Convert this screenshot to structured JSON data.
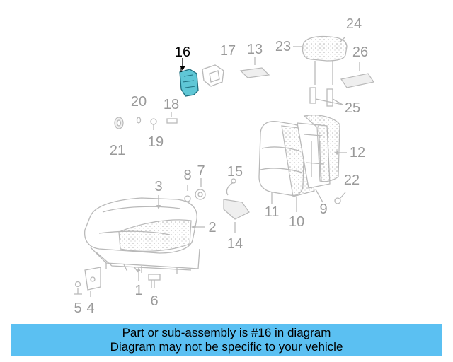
{
  "highlight_color": "#5bc0f2",
  "highlighted_part": "16",
  "callouts": {
    "c1": "1",
    "c2": "2",
    "c3": "3",
    "c4": "4",
    "c5": "5",
    "c6": "6",
    "c7": "7",
    "c8": "8",
    "c9": "9",
    "c10": "10",
    "c11": "11",
    "c12": "12",
    "c13": "13",
    "c14": "14",
    "c15": "15",
    "c16": "16",
    "c17": "17",
    "c18": "18",
    "c19": "19",
    "c20": "20",
    "c21": "21",
    "c22": "22",
    "c23": "23",
    "c24": "24",
    "c25": "25",
    "c26": "26"
  },
  "banner": {
    "line1": "Part or sub-assembly is #16 in diagram",
    "line2": "Diagram may not be specific to your vehicle"
  }
}
